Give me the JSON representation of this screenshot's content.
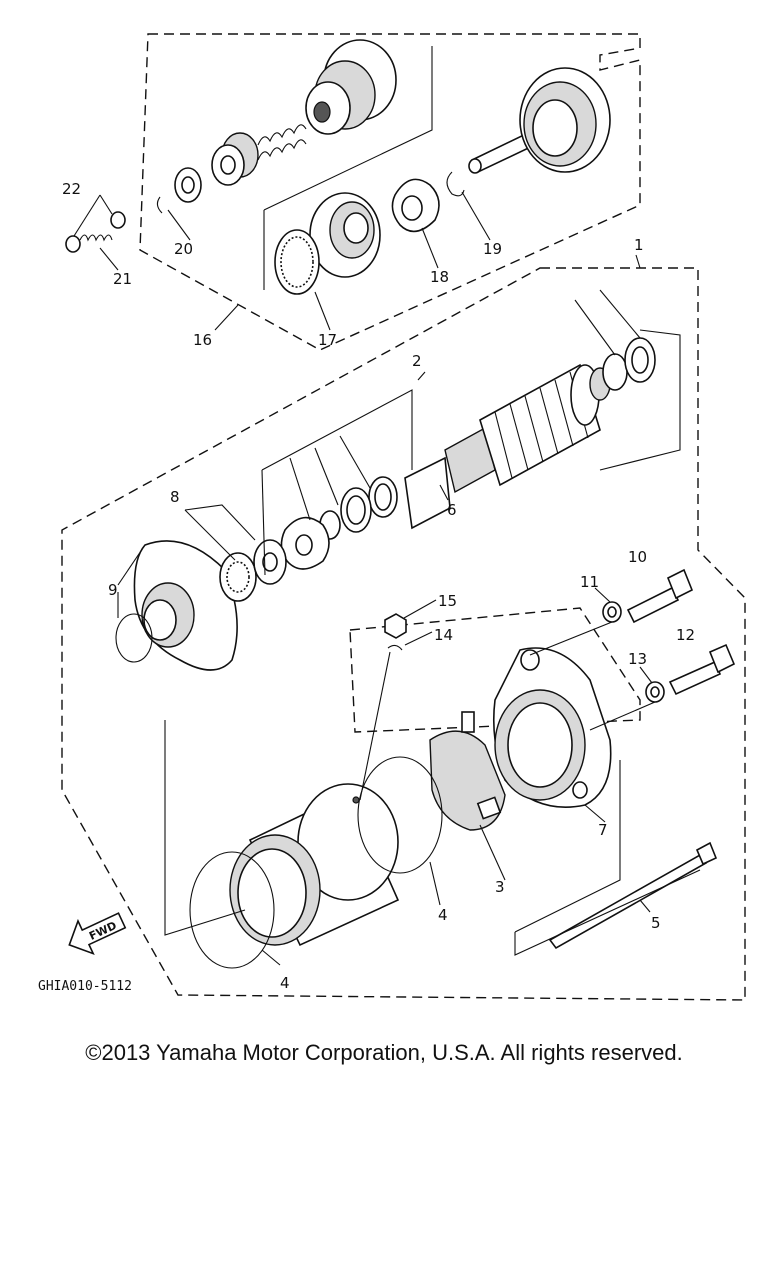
{
  "labels": {
    "p1": "1",
    "p2": "2",
    "p3": "3",
    "p4a": "4",
    "p4b": "4",
    "p5": "5",
    "p6": "6",
    "p7": "7",
    "p8": "8",
    "p9": "9",
    "p10": "10",
    "p11": "11",
    "p12": "12",
    "p13": "13",
    "p14": "14",
    "p15": "15",
    "p16": "16",
    "p17": "17",
    "p18": "18",
    "p19": "19",
    "p20": "20",
    "p21": "21",
    "p22": "22"
  },
  "fwd_label": "FWD",
  "diagram_code": "GHIA010-5112",
  "copyright": "©2013 Yamaha Motor Corporation, U.S.A. All rights reserved."
}
